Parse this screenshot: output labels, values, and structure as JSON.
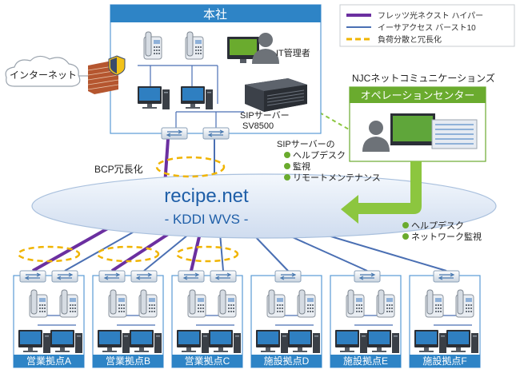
{
  "legend": {
    "items": [
      {
        "label": "フレッツ光ネクスト ハイパー",
        "color": "#6b2fa0",
        "style": "solid"
      },
      {
        "label": "イーサアクセス バースト10",
        "color": "#4a6fb3",
        "style": "solid"
      },
      {
        "label": "負荷分散と冗長化",
        "color": "#f0b400",
        "style": "dashed"
      }
    ]
  },
  "hq": {
    "title": "本社",
    "it_admin": "IT管理者",
    "sip_server": "SIPサーバー",
    "sip_model": "SV8500"
  },
  "internet": {
    "label": "インターネット"
  },
  "bcp": {
    "label": "BCP冗長化"
  },
  "cloud": {
    "title": "recipe.net",
    "subtitle": "- KDDI WVS -"
  },
  "njc": {
    "company": "NJCネットコミュニケーションズ",
    "center": "オペレーションセンター"
  },
  "sip_services": {
    "title": "SIPサーバーの",
    "items": [
      "ヘルプデスク",
      "監視",
      "リモートメンテナンス"
    ]
  },
  "network_services": {
    "items": [
      "ヘルプデスク",
      "ネットワーク監視"
    ]
  },
  "sites": [
    {
      "label": "営業拠点A",
      "links": "dual"
    },
    {
      "label": "営業拠点B",
      "links": "dual"
    },
    {
      "label": "営業拠点C",
      "links": "dual"
    },
    {
      "label": "施設拠点D",
      "links": "single"
    },
    {
      "label": "施設拠点E",
      "links": "single"
    },
    {
      "label": "施設拠点F",
      "links": "single"
    }
  ],
  "colors": {
    "frame": "#5a9bd5",
    "title_bar": "#2e84c6",
    "njc_bar": "#6aab2e",
    "purple": "#6b2fa0",
    "blue": "#4a6fb3",
    "yellow": "#f0b400",
    "green": "#8cc63f",
    "bullet": "#6aab2e"
  }
}
